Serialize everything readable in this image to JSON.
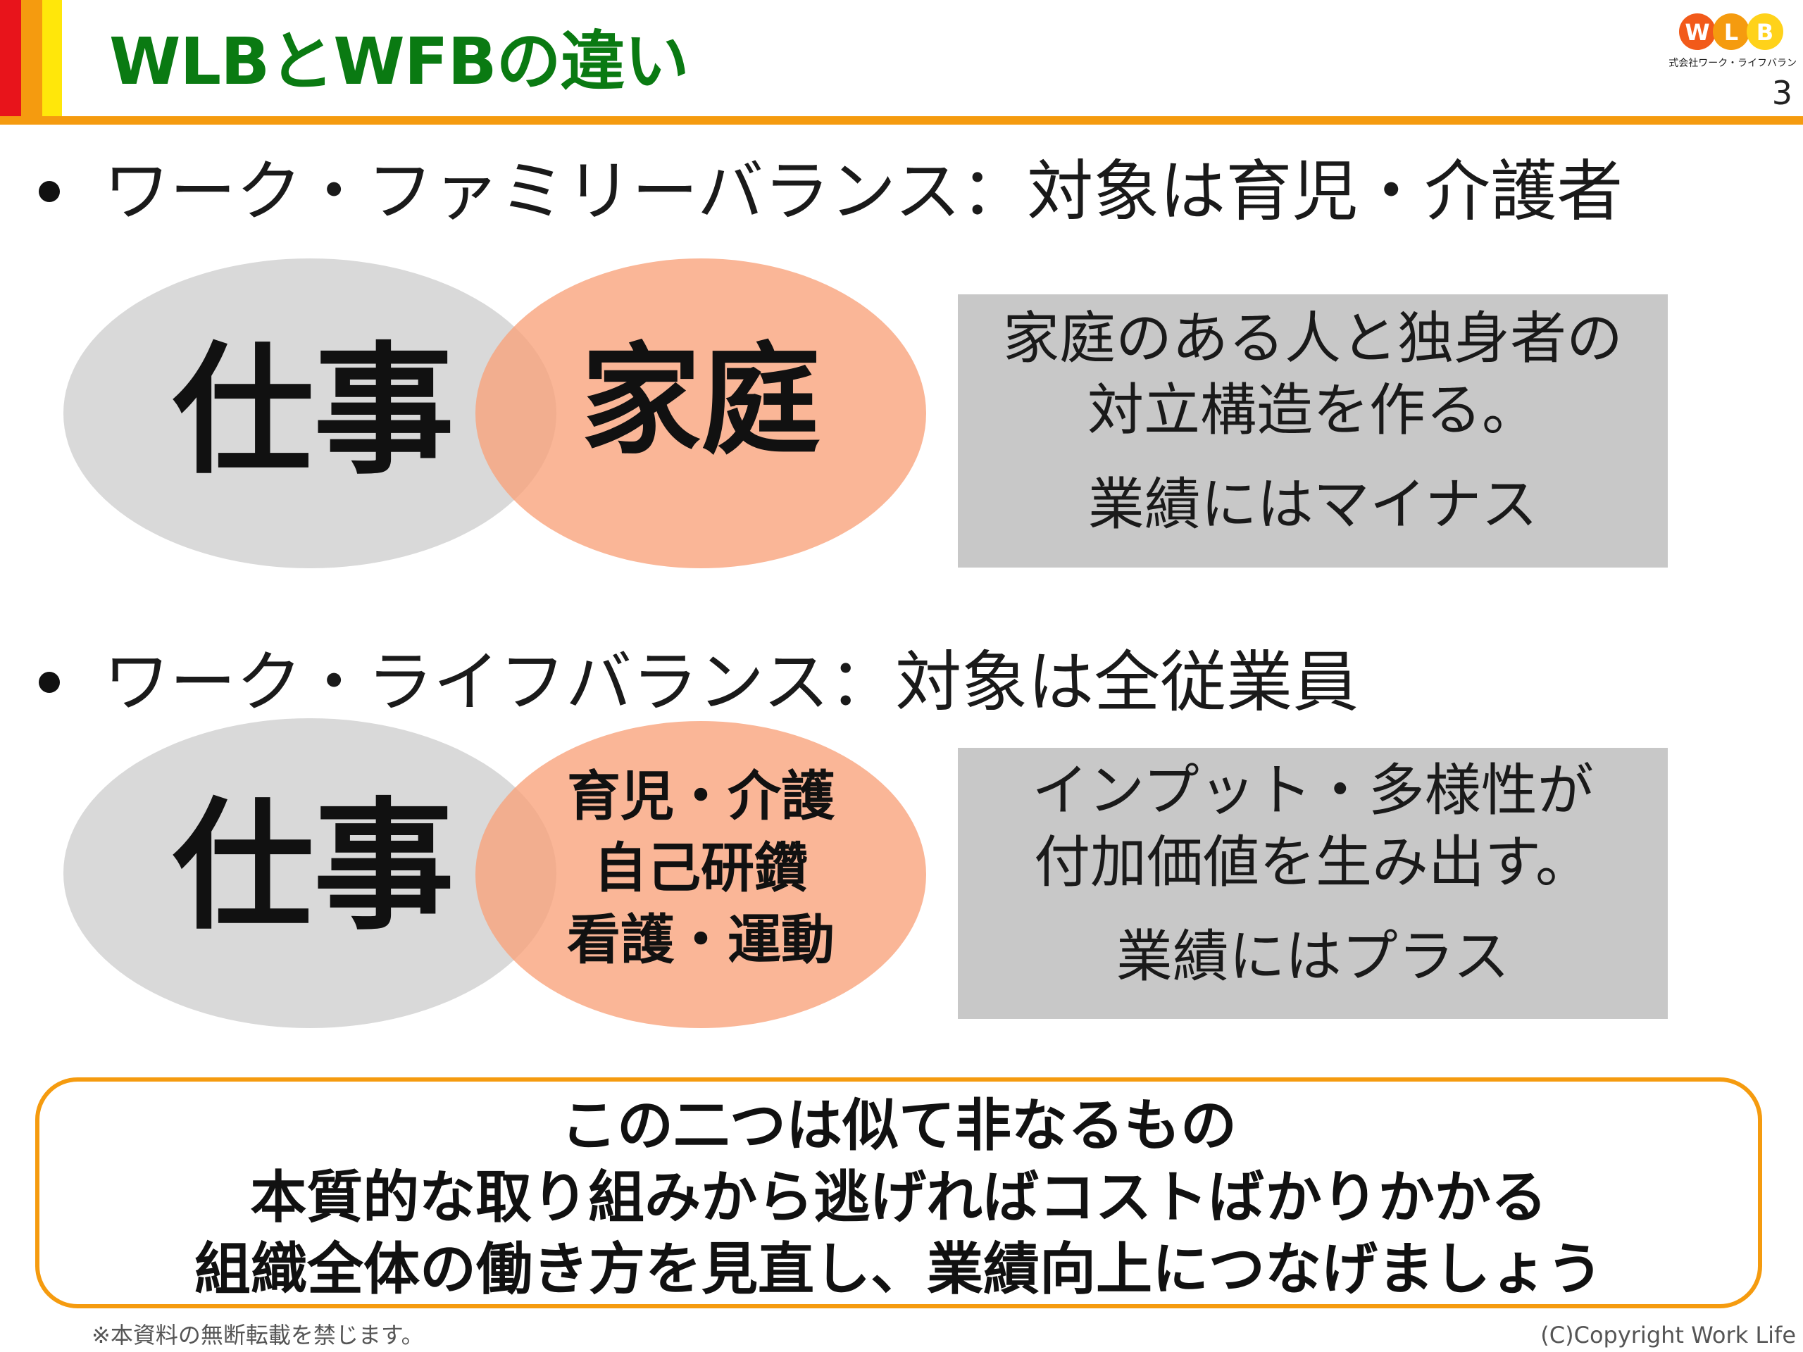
{
  "header": {
    "title": "WLBとWFBの違い",
    "page_number": "3",
    "logo": {
      "letters": [
        "W",
        "L",
        "B"
      ],
      "company": "株式会社ワーク・ライフバランス"
    }
  },
  "sections": [
    {
      "bullet": "ワーク・ファミリーバランス：対象は育児・介護者",
      "left_circle": "仕事",
      "right_circle_lines": [
        "家庭"
      ],
      "info_lines": [
        "家庭のある人と独身者の",
        "対立構造を作る。"
      ],
      "info_result": "業績にはマイナス"
    },
    {
      "bullet": "ワーク・ライフバランス：対象は全従業員",
      "left_circle": "仕事",
      "right_circle_lines": [
        "育児・介護",
        "自己研鑽",
        "看護・運動"
      ],
      "info_lines": [
        "インプット・多様性が",
        "付加価値を生み出す。"
      ],
      "info_result": "業績にはプラス"
    }
  ],
  "conclusion": {
    "lines": [
      "この二つは似て非なるもの",
      "本質的な取り組みから逃げればコストばかりかかる",
      "組織全体の働き方を見直し、業績向上につなげましょう"
    ]
  },
  "footer": {
    "notice": "※本資料の無断転載を禁じます。",
    "copyright": "(C)Copyright  Work Life"
  },
  "colors": {
    "title_green": "#0a7a12",
    "accent_orange": "#f59b0f",
    "accent_red": "#e8141b",
    "accent_yellow": "#ffe70a",
    "circle_gray": "#d9d9d9",
    "circle_salmon": "#f9a27a",
    "info_box_gray": "#c8c8c8"
  }
}
